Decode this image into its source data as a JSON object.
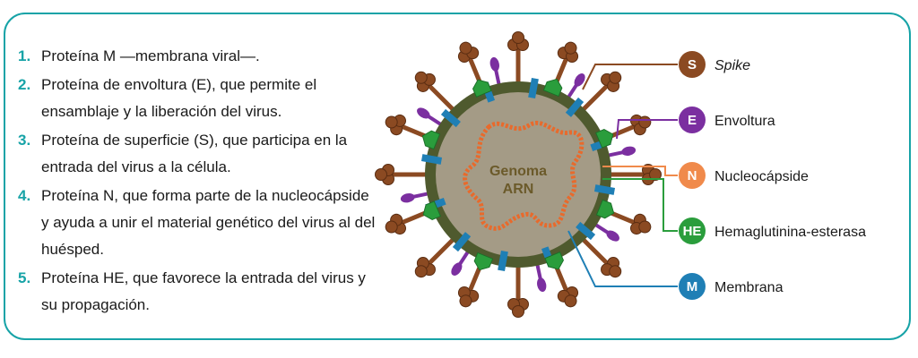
{
  "list": [
    {
      "num": "1.",
      "text": "Proteína M —membrana viral—."
    },
    {
      "num": "2.",
      "text": "Proteína de envoltura (E), que permite el ensamblaje y la liberación del virus."
    },
    {
      "num": "3.",
      "text": "Proteína de superficie (S), que participa en la entrada del virus a la célula."
    },
    {
      "num": "4.",
      "text": "Proteína N, que forma parte de la nucleocápside y ayuda a unir el material genético del virus al del huésped."
    },
    {
      "num": "5.",
      "text": "Proteína HE, que favorece la entrada del virus y su propagación."
    }
  ],
  "genome": {
    "line1": "Genoma",
    "line2": "ARN"
  },
  "legend": [
    {
      "letter": "S",
      "label": "Spike",
      "color": "#8b4a22",
      "italic": true
    },
    {
      "letter": "E",
      "label": "Envoltura",
      "color": "#7b2fa0",
      "italic": false
    },
    {
      "letter": "N",
      "label": "Nucleocápside",
      "color": "#f08a4b",
      "italic": false
    },
    {
      "letter": "HE",
      "label": "Hemaglutinina-esterasa",
      "color": "#2a9d3c",
      "italic": false
    },
    {
      "letter": "M",
      "label": "Membrana",
      "color": "#1f7fb5",
      "italic": false
    }
  ],
  "colors": {
    "frame": "#17a3a7",
    "membrane": "#4f5a2e",
    "interior": "#a49b86",
    "rna": "#e86a2c"
  }
}
